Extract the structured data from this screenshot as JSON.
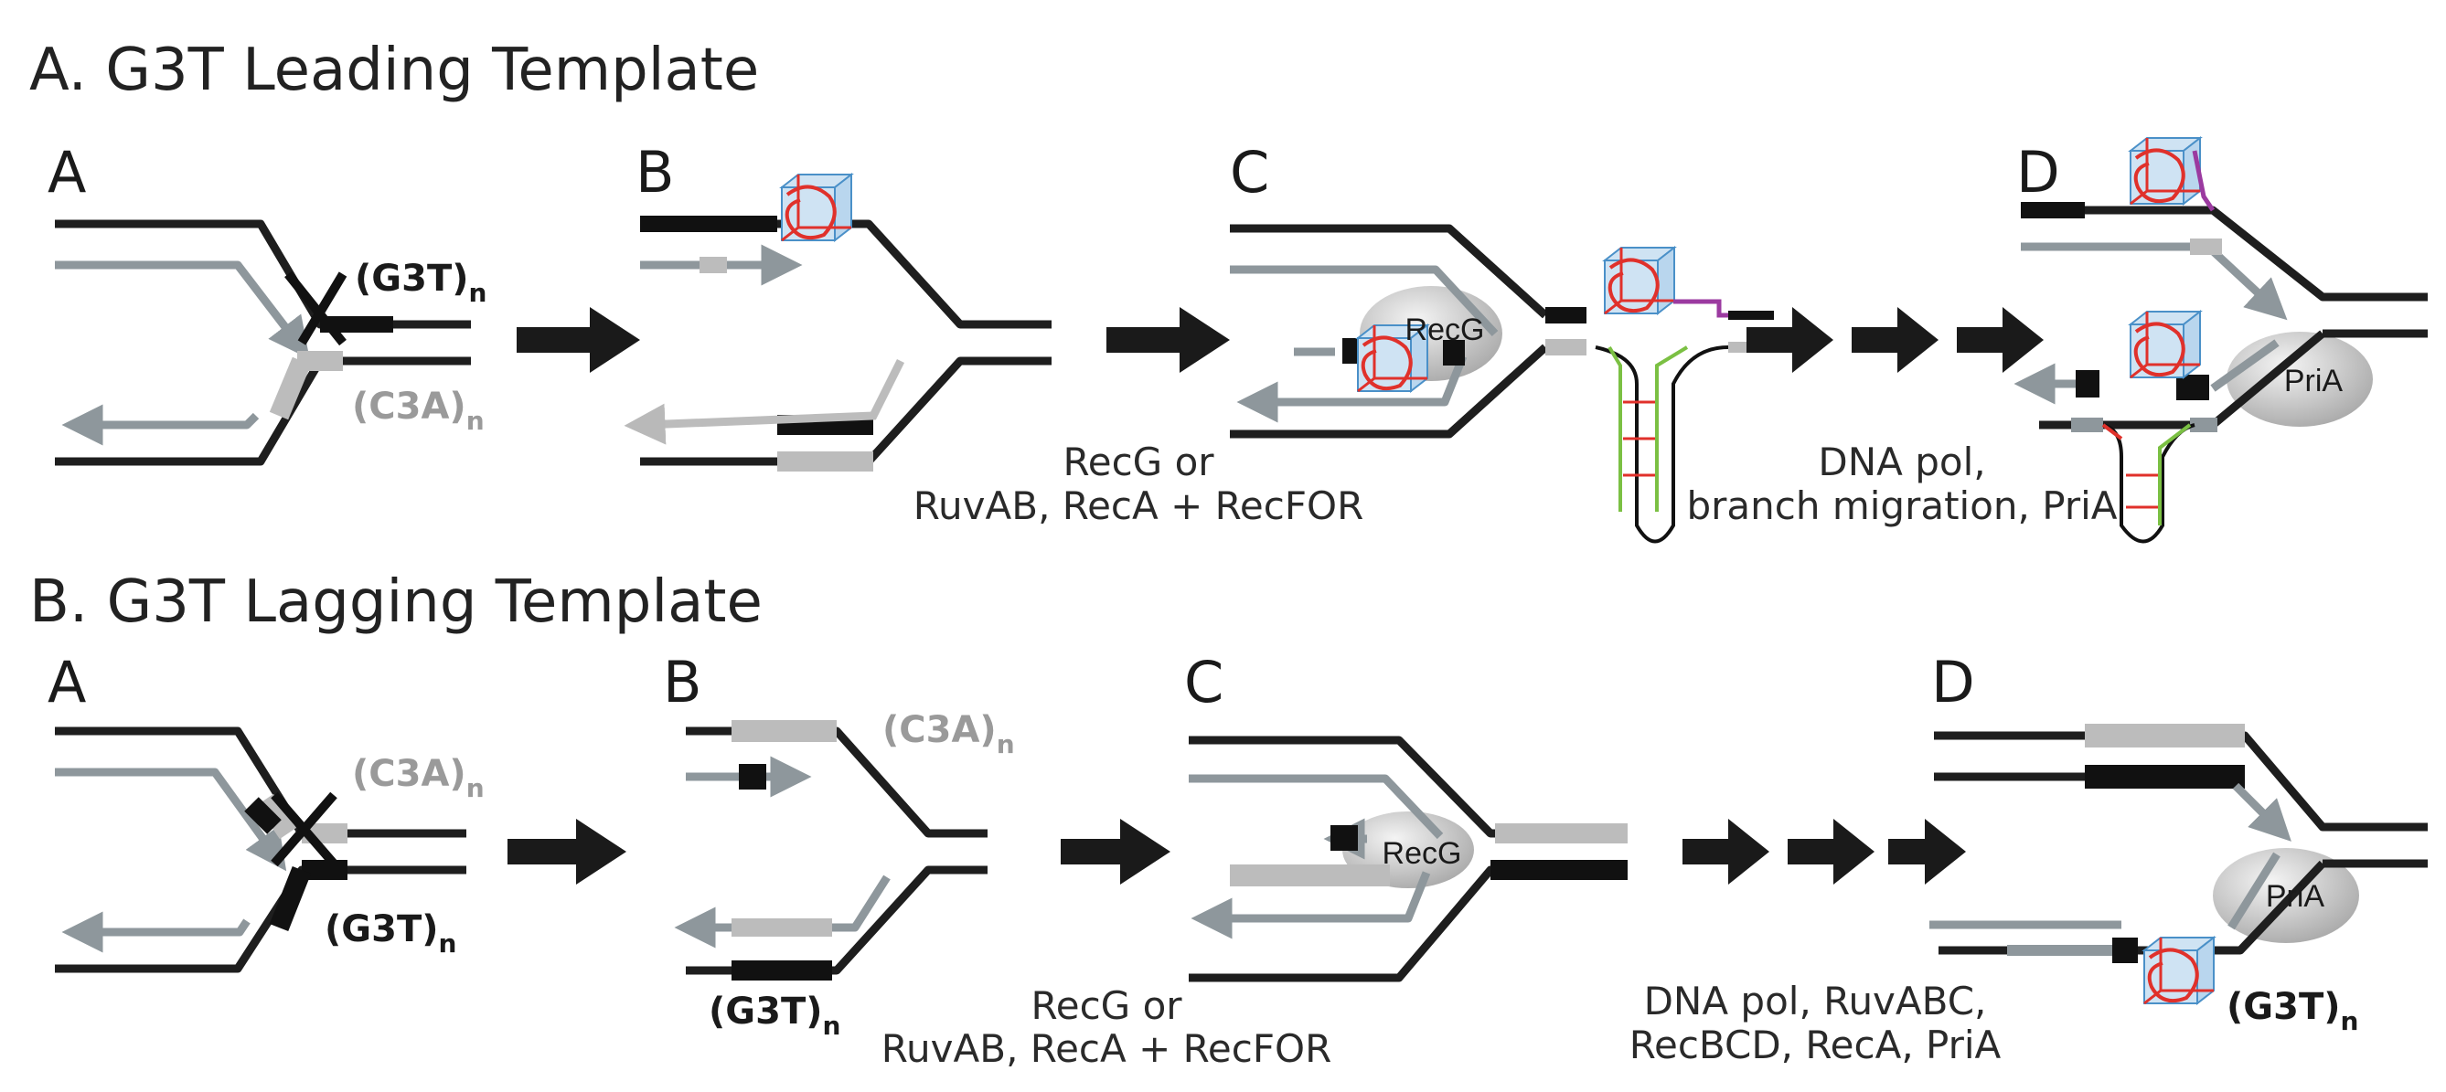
{
  "section_a": {
    "title": "A. G3T Leading Template",
    "panels": [
      "A",
      "B",
      "C",
      "D"
    ],
    "g3t_label": "(G3T)",
    "c3a_label": "(C3A)",
    "subscript": "n",
    "recg_label": "RecG",
    "pria_label": "PriA",
    "step1_line1": "RecG or",
    "step1_line2": "RuvAB, RecA + RecFOR",
    "step2_line1": "DNA pol,",
    "step2_line2": "branch migration, PriA"
  },
  "section_b": {
    "title": "B. G3T Lagging Template",
    "panels": [
      "A",
      "B",
      "C",
      "D"
    ],
    "g3t_label": "(G3T)",
    "c3a_label": "(C3A)",
    "subscript": "n",
    "recg_label": "RecG",
    "pria_label": "PriA",
    "step1_line1": "RecG or",
    "step1_line2": "RuvAB, RecA + RecFOR",
    "step2_line1": "DNA pol, RuvABC,",
    "step2_line2": "RecBCD, RecA, PriA"
  },
  "colors": {
    "template_strand": "#1e1e1e",
    "nascent_strand": "#8e979c",
    "repeat_light": "#bcbcbc",
    "g_quadruplex": "#e0312b",
    "protein_fill": "#c8c8c8"
  }
}
